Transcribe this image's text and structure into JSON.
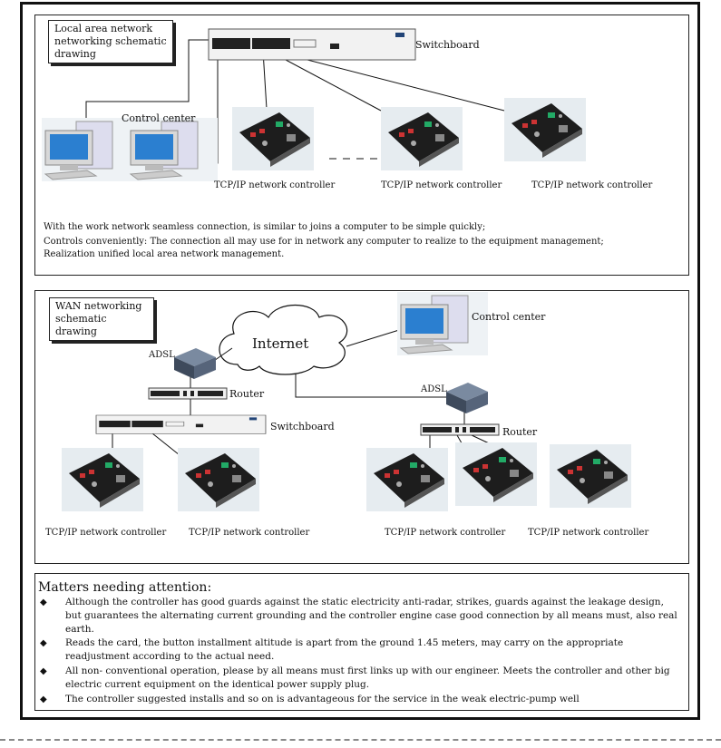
{
  "lan": {
    "title": "Local area network\nnetworking schematic\ndrawing",
    "switchboard": "Switchboard",
    "control_center": "Control center",
    "controller_label": "TCP/IP network controller",
    "desc": [
      "With the work network seamless connection, is similar to joins a computer to be simple quickly;",
      "Controls conveniently: The connection all may use for in network any computer to realize to the equipment management;",
      "Realization unified local area network management."
    ]
  },
  "wan": {
    "title": "WAN networking\nschematic drawing",
    "internet": "Internet",
    "control_center": "Control center",
    "adsl": "ADSL",
    "router": "Router",
    "switchboard": "Switchboard",
    "controller_label": "TCP/IP network controller"
  },
  "notice": {
    "title": "Matters needing attention:",
    "bullet": "◆",
    "items": [
      "Although the controller has good guards against the static electricity anti-radar, strikes, guards against the leakage design, but guarantees the alternating current grounding and the controller engine case good connection by all means must, also real earth.",
      "Reads the card, the button installment altitude is apart from the ground 1.45 meters, may carry on the appropriate readjustment according to the actual need.",
      "All non- conventional operation, please by all means must first links up with our engineer. Meets the controller and other big electric current equipment on the identical power supply plug.",
      "The controller suggested installs and so on is advantageous for the service in the weak electric-pump well"
    ]
  }
}
